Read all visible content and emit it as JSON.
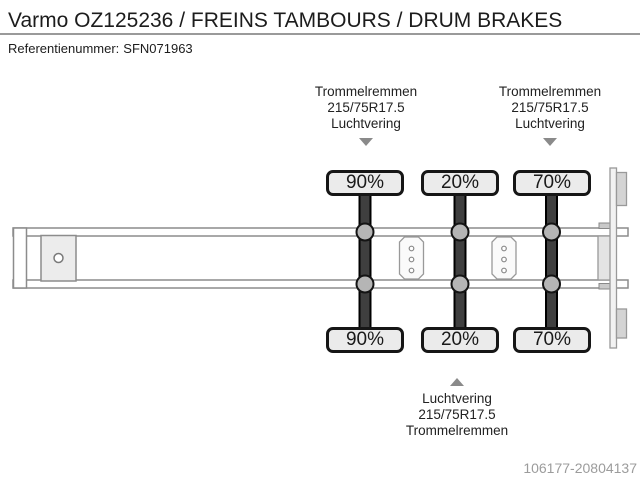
{
  "header": {
    "title": "Varmo OZ125236 / FREINS TAMBOURS / DRUM BRAKES",
    "reference_label": "Referentienummer:",
    "reference_number": "SFN071963"
  },
  "diagram": {
    "top_callouts": [
      {
        "brake_type": "Trommelremmen",
        "tyre_size": "215/75R17.5",
        "suspension": "Luchtvering"
      },
      {
        "brake_type": "Trommelremmen",
        "tyre_size": "215/75R17.5",
        "suspension": "Luchtvering"
      }
    ],
    "bottom_callout": {
      "suspension": "Luchtvering",
      "tyre_size": "215/75R17.5",
      "brake_type": "Trommelremmen"
    },
    "tyre_tread": {
      "top_row": [
        "90%",
        "20%",
        "70%"
      ],
      "bottom_row": [
        "90%",
        "20%",
        "70%"
      ]
    }
  },
  "footer": {
    "image_id": "106177-20804137"
  },
  "colors": {
    "badge_fill": "#ebebeb",
    "badge_border": "#161616",
    "axle_fill": "#3f3f3f",
    "hub_fill": "#b5b5b5",
    "frame_stroke": "#8c8c8c",
    "arrow": "#8a8a8a",
    "divider": "#9a9a9a",
    "watermark_text": "#9c9c9c"
  }
}
